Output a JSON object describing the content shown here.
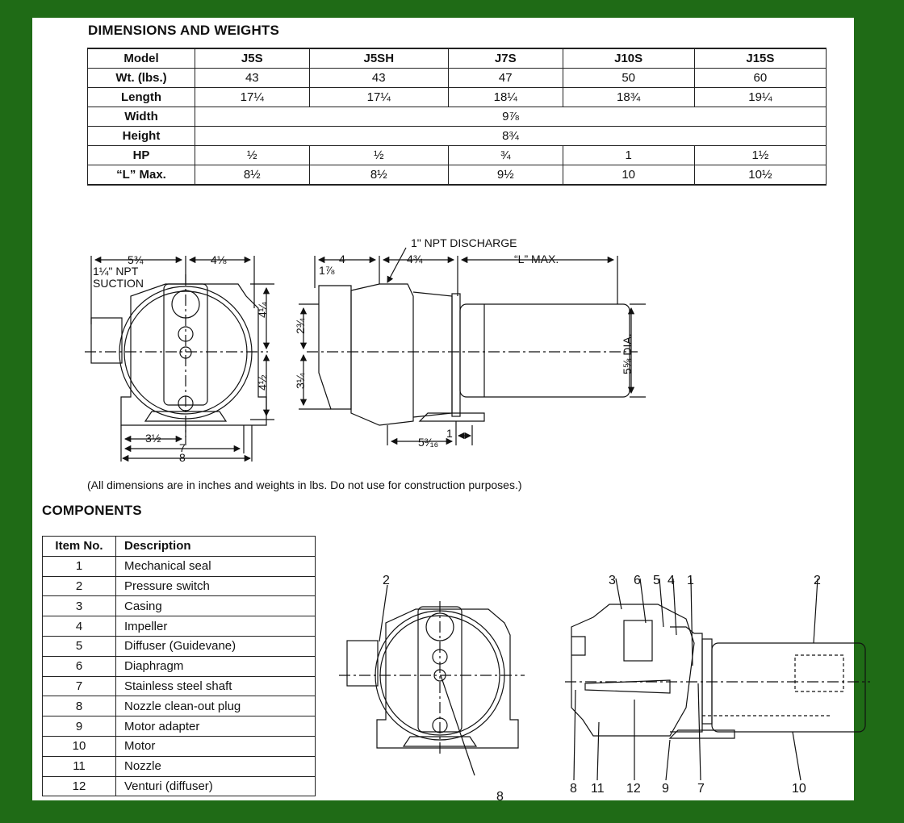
{
  "dimensions": {
    "title": "DIMENSIONS AND WEIGHTS",
    "header": [
      "Model",
      "J5S",
      "J5SH",
      "J7S",
      "J10S",
      "J15S"
    ],
    "rows": [
      {
        "label": "Wt. (lbs.)",
        "values": [
          "43",
          "43",
          "47",
          "50",
          "60"
        ]
      },
      {
        "label": "Length",
        "values": [
          "17¼",
          "17¼",
          "18¼",
          "18¾",
          "19¼"
        ]
      },
      {
        "label": "Width",
        "span_value": "9⅞"
      },
      {
        "label": "Height",
        "span_value": "8¾"
      },
      {
        "label": "HP",
        "values": [
          "½",
          "½",
          "¾",
          "1",
          "1½"
        ]
      },
      {
        "label": "“L” Max.",
        "values": [
          "8½",
          "8½",
          "9½",
          "10",
          "10½"
        ]
      }
    ]
  },
  "front_view": {
    "top_left": "5¾",
    "top_right": "4⅛",
    "suction_line1": "1¼\" NPT",
    "suction_line2": "SUCTION",
    "right_upper": "4¼",
    "right_lower": "4½",
    "bottom_half": "3½",
    "bottom_base": "7",
    "bottom_total": "8"
  },
  "side_view": {
    "discharge": "1\" NPT DISCHARGE",
    "top_a": "4",
    "top_b": "1⅞",
    "top_c": "4¾",
    "top_l": "“L” MAX.",
    "left_upper": "2¾",
    "left_lower": "3¼",
    "motor_dia": "5⅝ DIA.",
    "bottom_base": "5³⁄₁₆",
    "bottom_one": "1"
  },
  "note": "(All dimensions are in inches and weights in lbs. Do not use for construction purposes.)",
  "components": {
    "title": "COMPONENTS",
    "header": [
      "Item No.",
      "Description"
    ],
    "items": [
      {
        "no": "1",
        "desc": "Mechanical seal"
      },
      {
        "no": "2",
        "desc": "Pressure switch"
      },
      {
        "no": "3",
        "desc": "Casing"
      },
      {
        "no": "4",
        "desc": "Impeller"
      },
      {
        "no": "5",
        "desc": "Diffuser (Guidevane)"
      },
      {
        "no": "6",
        "desc": "Diaphragm"
      },
      {
        "no": "7",
        "desc": "Stainless steel shaft"
      },
      {
        "no": "8",
        "desc": "Nozzle clean-out plug"
      },
      {
        "no": "9",
        "desc": "Motor adapter"
      },
      {
        "no": "10",
        "desc": "Motor"
      },
      {
        "no": "11",
        "desc": "Nozzle"
      },
      {
        "no": "12",
        "desc": "Venturi (diffuser)"
      }
    ]
  },
  "callouts": {
    "front_top": "2",
    "front_bottom": "8",
    "sec_top": [
      "3",
      "6",
      "5",
      "4",
      "1",
      "2"
    ],
    "sec_bottom": [
      "8",
      "11",
      "12",
      "9",
      "7",
      "10"
    ]
  }
}
